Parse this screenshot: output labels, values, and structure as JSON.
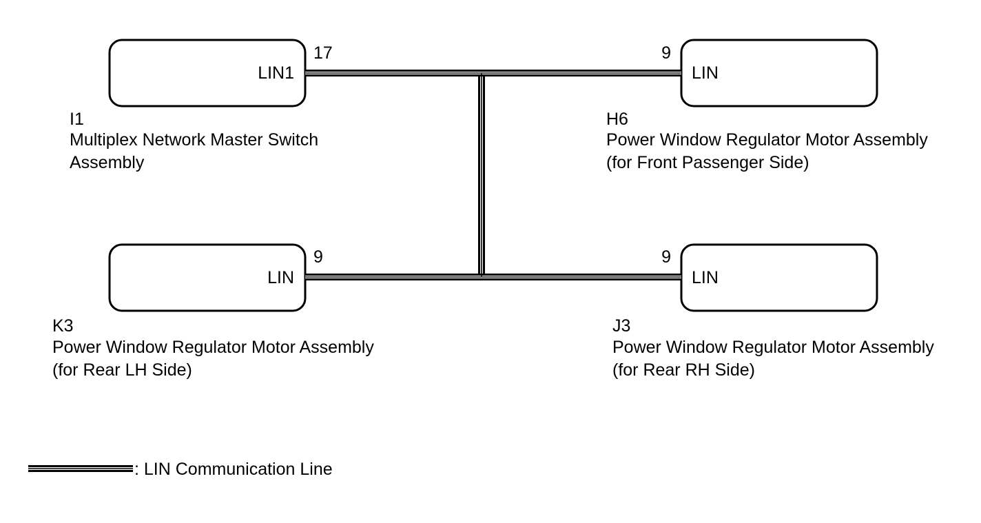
{
  "components": {
    "i1": {
      "code": "I1",
      "name_line1": "Multiplex Network Master Switch",
      "name_line2": "Assembly",
      "terminal_label": "LIN1",
      "pin": "17"
    },
    "h6": {
      "code": "H6",
      "name_line1": "Power Window Regulator Motor Assembly",
      "name_line2": "(for Front Passenger Side)",
      "terminal_label": "LIN",
      "pin": "9"
    },
    "k3": {
      "code": "K3",
      "name_line1": "Power Window Regulator Motor Assembly",
      "name_line2": "(for Rear LH Side)",
      "terminal_label": "LIN",
      "pin": "9"
    },
    "j3": {
      "code": "J3",
      "name_line1": "Power Window Regulator Motor Assembly",
      "name_line2": "(for Rear RH Side)",
      "terminal_label": "LIN",
      "pin": "9"
    }
  },
  "legend": {
    "label": ": LIN Communication Line"
  },
  "colors": {
    "line": "#000000",
    "background": "#ffffff"
  }
}
